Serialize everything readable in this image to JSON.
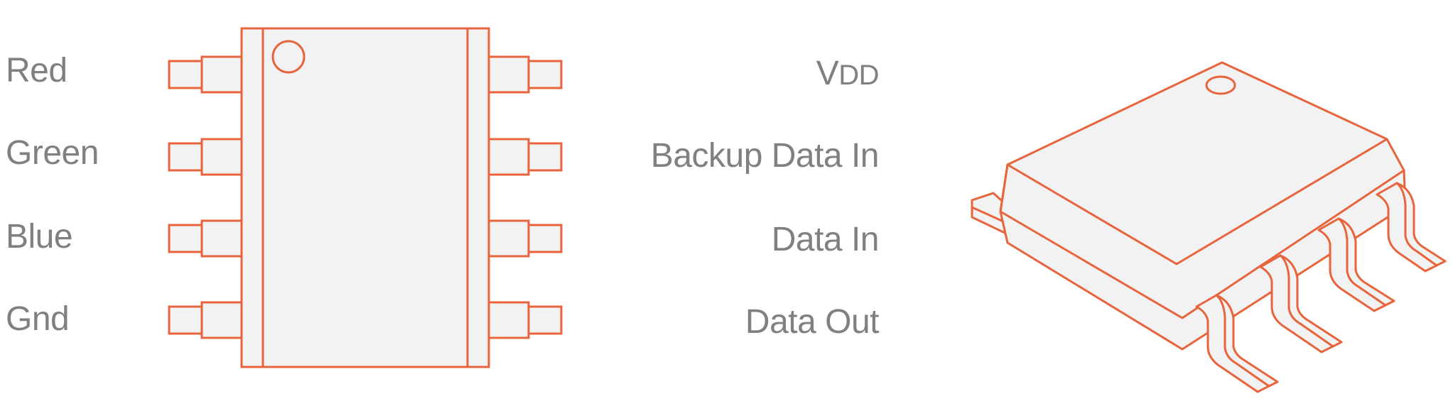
{
  "colors": {
    "outline": "#e8643c",
    "fill": "#f2f2f2",
    "label": "#808080"
  },
  "pins_left": [
    {
      "label": "Red"
    },
    {
      "label": "Green"
    },
    {
      "label": "Blue"
    },
    {
      "label": "Gnd"
    }
  ],
  "pins_right": [
    {
      "label_main": "V",
      "label_sub": "DD"
    },
    {
      "label": "Backup Data In"
    },
    {
      "label": "Data In"
    },
    {
      "label": "Data Out"
    }
  ]
}
